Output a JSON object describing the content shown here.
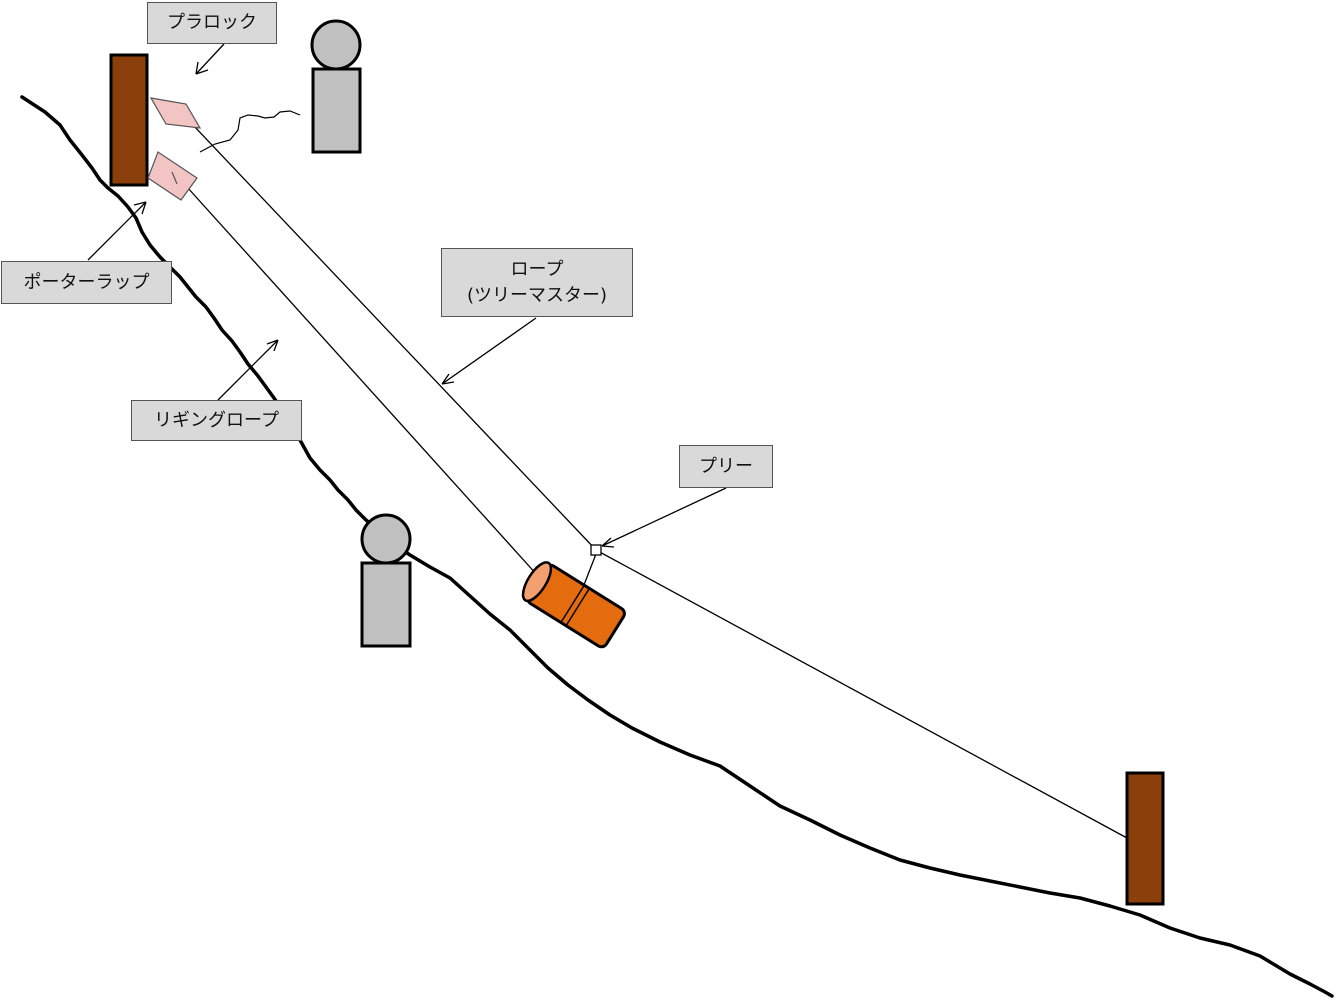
{
  "labels": {
    "prusik": "プラロック",
    "porta_wrap": "ポーターラップ",
    "rope_line1": "ロープ",
    "rope_line2": "(ツリーマスター)",
    "rigging_rope": "リギングロープ",
    "pulley": "プリー"
  },
  "colors": {
    "tree": "#8b3f0b",
    "person": "#c0c0c0",
    "log": "#e56b0f",
    "log_end": "#f3a070",
    "friction_device": "#f2c4c4",
    "label_bg": "#d9d9d9"
  }
}
